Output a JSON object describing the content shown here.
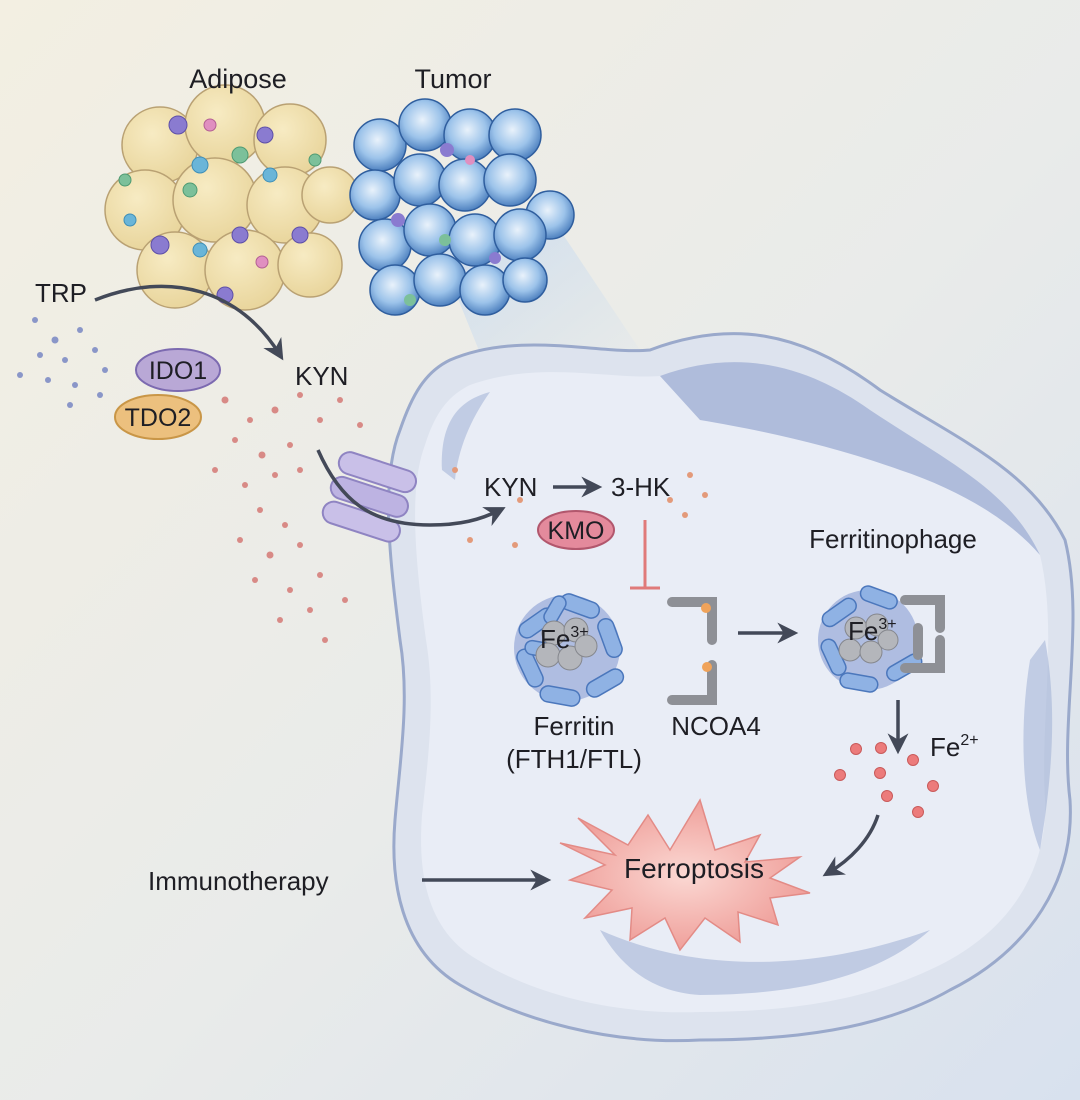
{
  "tissues": {
    "adipose": "Adipose",
    "tumor": "Tumor"
  },
  "pathway": {
    "trp": "TRP",
    "kyn_outside": "KYN",
    "ido1": "IDO1",
    "tdo2": "TDO2",
    "kyn_inside": "KYN",
    "three_hk": "3-HK",
    "kmo": "KMO"
  },
  "iron": {
    "ferritinophage": "Ferritinophage",
    "fe_base": "Fe",
    "fe3_charge": "3+",
    "fe2_charge": "2+",
    "ferritin": "Ferritin",
    "ferritin_subunits": "(FTH1/FTL)",
    "ncoa4": "NCOA4"
  },
  "outcome": {
    "immunotherapy": "Immunotherapy",
    "ferroptosis": "Ferroptosis"
  },
  "colors": {
    "ido1": "#b9a8d6",
    "tdo2": "#ecc07e",
    "kmo": "#e48a9c",
    "ferritin": "#8fb2e4",
    "ncoa4": "#8e9096",
    "fe2_dot": "#ec7b7b",
    "ferroptosis_star": "#f2aaa5",
    "arrow": "#434958",
    "cell_fill": "#e6ebf5",
    "cell_edge": "#8fa1c8"
  }
}
